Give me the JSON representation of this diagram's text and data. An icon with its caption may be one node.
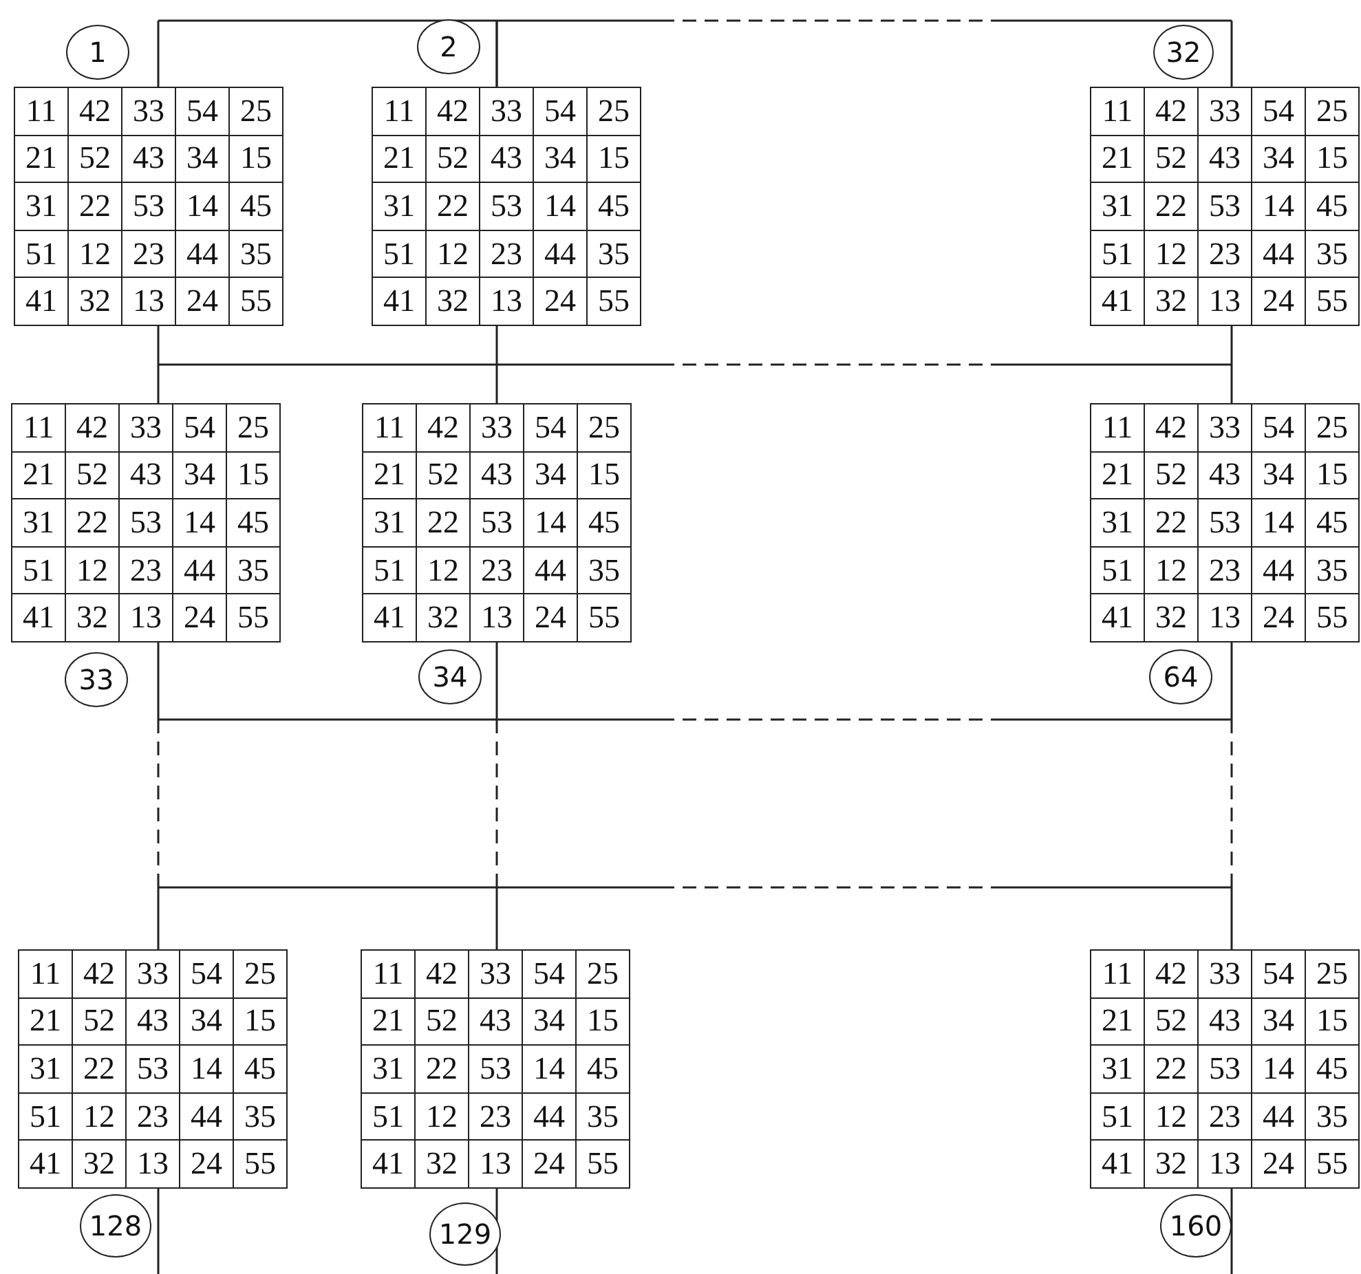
{
  "diagram": {
    "nodes": [
      {
        "text": [
          "11",
          "42",
          "33",
          "54",
          "25",
          "21",
          "52",
          "43",
          "34",
          "15",
          "31",
          "22",
          "53",
          "14",
          "45",
          "51",
          "12",
          "23",
          "44",
          "35",
          "41",
          "32",
          "13",
          "24",
          "55"
        ],
        "beside": [
          "1"
        ]
      },
      {
        "text": [
          "11",
          "42",
          "33",
          "54",
          "25",
          "21",
          "52",
          "43",
          "34",
          "15",
          "31",
          "22",
          "53",
          "14",
          "45",
          "51",
          "12",
          "23",
          "44",
          "35",
          "41",
          "32",
          "13",
          "24",
          "55"
        ],
        "beside": [
          "2"
        ]
      },
      {
        "text": [
          "11",
          "42",
          "33",
          "54",
          "25",
          "21",
          "52",
          "43",
          "34",
          "15",
          "31",
          "22",
          "53",
          "14",
          "45",
          "51",
          "12",
          "23",
          "44",
          "35",
          "41",
          "32",
          "13",
          "24",
          "55"
        ],
        "beside": [
          "32"
        ]
      },
      {
        "text": [
          "11",
          "42",
          "33",
          "54",
          "25",
          "21",
          "52",
          "43",
          "34",
          "15",
          "31",
          "22",
          "53",
          "14",
          "45",
          "51",
          "12",
          "23",
          "44",
          "35",
          "41",
          "32",
          "13",
          "24",
          "55"
        ],
        "beside": [
          "33"
        ]
      },
      {
        "text": [
          "11",
          "42",
          "33",
          "54",
          "25",
          "21",
          "52",
          "43",
          "34",
          "15",
          "31",
          "22",
          "53",
          "14",
          "45",
          "51",
          "12",
          "23",
          "44",
          "35",
          "41",
          "32",
          "13",
          "24",
          "55"
        ],
        "beside": [
          "34"
        ]
      },
      {
        "text": [
          "11",
          "42",
          "33",
          "54",
          "25",
          "21",
          "52",
          "43",
          "34",
          "15",
          "31",
          "22",
          "53",
          "14",
          "45",
          "51",
          "12",
          "23",
          "44",
          "35",
          "41",
          "32",
          "13",
          "24",
          "55"
        ],
        "beside": [
          "64"
        ]
      },
      {
        "text": [
          "11",
          "42",
          "33",
          "54",
          "25",
          "21",
          "52",
          "43",
          "34",
          "15",
          "31",
          "22",
          "53",
          "14",
          "45",
          "51",
          "12",
          "23",
          "44",
          "35",
          "41",
          "32",
          "13",
          "24",
          "55"
        ],
        "beside": [
          "128"
        ]
      },
      {
        "text": [
          "11",
          "42",
          "33",
          "54",
          "25",
          "21",
          "52",
          "43",
          "34",
          "15",
          "31",
          "22",
          "53",
          "14",
          "45",
          "51",
          "12",
          "23",
          "44",
          "35",
          "41",
          "32",
          "13",
          "24",
          "55"
        ],
        "beside": [
          "129"
        ]
      },
      {
        "text": [
          "11",
          "42",
          "33",
          "54",
          "25",
          "21",
          "52",
          "43",
          "34",
          "15",
          "31",
          "22",
          "53",
          "14",
          "45",
          "51",
          "12",
          "23",
          "44",
          "35",
          "41",
          "32",
          "13",
          "24",
          "55"
        ],
        "beside": [
          "160"
        ]
      }
    ],
    "edges": [
      {
        "from": 0,
        "to": 1,
        "arrow": "none"
      },
      {
        "from": 1,
        "to": 2,
        "arrow": "none"
      },
      {
        "from": 0,
        "to": 3,
        "arrow": "none"
      },
      {
        "from": 1,
        "to": 4,
        "arrow": "none"
      },
      {
        "from": 2,
        "to": 5,
        "arrow": "none"
      },
      {
        "from": 3,
        "to": 6,
        "arrow": "none"
      },
      {
        "from": 4,
        "to": 7,
        "arrow": "none"
      },
      {
        "from": 5,
        "to": 8,
        "arrow": "none"
      },
      {
        "from": 6,
        "to": null,
        "arrow": "none"
      },
      {
        "from": 7,
        "to": null,
        "arrow": "none"
      },
      {
        "from": 8,
        "to": null,
        "arrow": "none"
      }
    ]
  }
}
